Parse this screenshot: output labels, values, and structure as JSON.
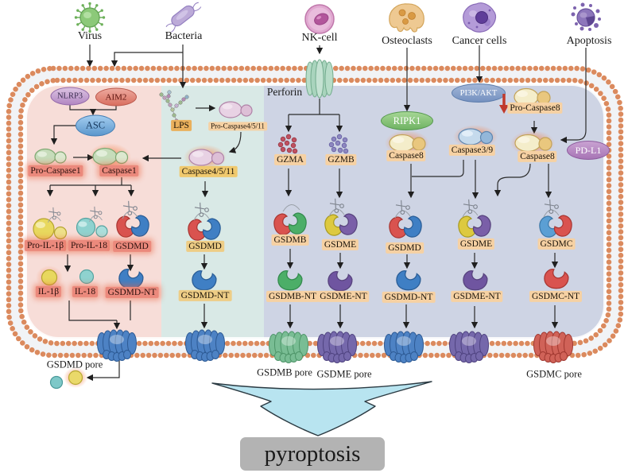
{
  "sources": {
    "virus": "Virus",
    "bacteria": "Bacteria",
    "nk_cell": "NK-cell",
    "osteoclasts": "Osteoclasts",
    "cancer_cells": "Cancer cells",
    "apoptosis": "Apoptosis"
  },
  "sensors": {
    "nlrp3": "NLRP3",
    "aim2": "AIM2",
    "asc": "ASC",
    "lps": "LPS",
    "perforin": "Perforin",
    "ripk1": "RIPK1",
    "pi3k_akt": "PI3K/AKT",
    "pd_l1": "PD-L1"
  },
  "caspases": {
    "pro_caspase1": "Pro-Caspase1",
    "caspase1": "Caspase1",
    "pro_caspase4511": "Pro-Caspase4/5/11",
    "caspase4511": "Caspase4/5/11",
    "caspase8_left": "Caspase8",
    "caspase39": "Caspase3/9",
    "pro_caspase8": "Pro-Caspase8",
    "caspase8_right": "Caspase8"
  },
  "granzymes": {
    "gzma": "GZMA",
    "gzmb": "GZMB"
  },
  "cytokines": {
    "pro_il1b": "Pro-IL-1β",
    "pro_il18": "Pro-IL-18",
    "il1b": "IL-1β",
    "il18": "IL-18"
  },
  "gasdermins": {
    "gsdmd": "GSDMD",
    "gsdmd_nt": "GSDMD-NT",
    "gsdmb": "GSDMB",
    "gsdmb_nt": "GSDMB-NT",
    "gsdme": "GSDME",
    "gsdme_nt": "GSDME-NT",
    "gsdmc": "GSDMC",
    "gsdmc_nt": "GSDMC-NT"
  },
  "pores": {
    "gsdmd": "GSDMD pore",
    "gsdmb": "GSDMB pore",
    "gsdme": "GSDME pore",
    "gsdmc": "GSDMC pore"
  },
  "outcome": "pyroptosis",
  "icons": {
    "scissors": "cleavage-scissors",
    "red_down_arrow": "inhibition-down-arrow"
  },
  "colors": {
    "region_inflammasome": "#f7ddd8",
    "region_noncanonical": "#d9e9e6",
    "region_alternative": "#ced4e4",
    "membrane_bead": "#db8a5e",
    "pore_gsdmd": "#4d82c4",
    "pore_gsdmb": "#79bd94",
    "pore_gsdme": "#7568ab",
    "pore_gsdmc": "#d06258",
    "chip_salmon": "#eb897c",
    "chip_peach": "#f6d1a3",
    "pyroptosis_arrow": "#b8e4f0",
    "pyroptosis_box": "#b3b3b3"
  }
}
